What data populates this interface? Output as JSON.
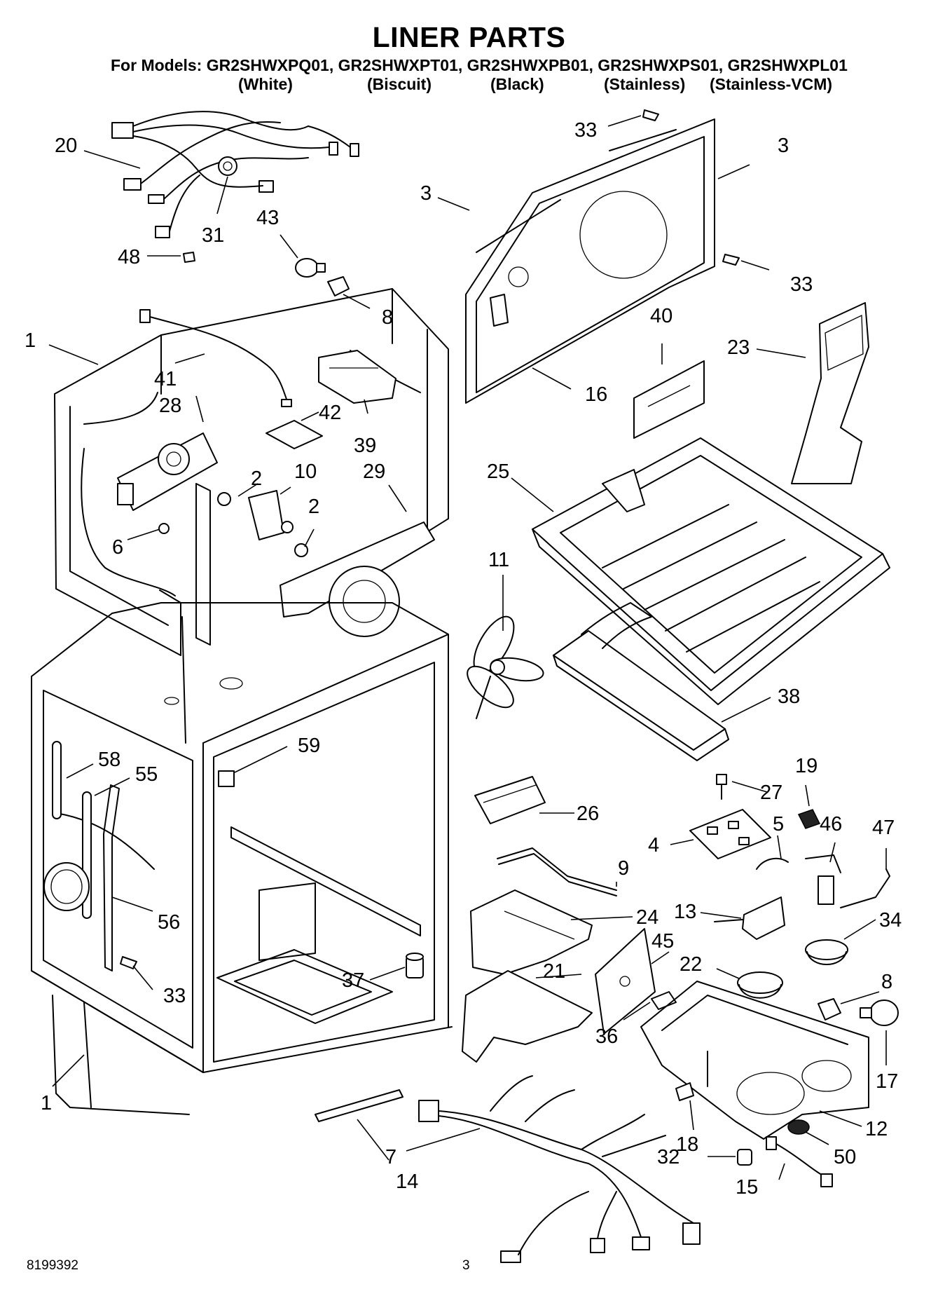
{
  "title": "LINER PARTS",
  "models_line": "For Models: GR2SHWXPQ01, GR2SHWXPT01, GR2SHWXPB01, GR2SHWXPS01, GR2SHWXPL01",
  "color_labels": [
    "(White)",
    "(Biscuit)",
    "(Black)",
    "(Stainless)",
    "(Stainless-VCM)"
  ],
  "callouts": {
    "c20": "20",
    "c31": "31",
    "c43": "43",
    "c48": "48",
    "c8a": "8",
    "c1a": "1",
    "c41": "41",
    "c28": "28",
    "c42": "42",
    "c39": "39",
    "c2a": "2",
    "c10": "10",
    "c29": "29",
    "c6": "6",
    "c2b": "2",
    "c11": "11",
    "c33a": "33",
    "c3a": "3",
    "c3b": "3",
    "c33b": "33",
    "c40": "40",
    "c23": "23",
    "c16": "16",
    "c25": "25",
    "c38": "38",
    "c59": "59",
    "c58": "58",
    "c55": "55",
    "c56": "56",
    "c33c": "33",
    "c37": "37",
    "c1b": "1",
    "c14": "14",
    "c7": "7",
    "c26": "26",
    "c27": "27",
    "c19": "19",
    "c5": "5",
    "c4": "4",
    "c46": "46",
    "c47": "47",
    "c9": "9",
    "c24": "24",
    "c13": "13",
    "c45": "45",
    "c22": "22",
    "c34": "34",
    "c21": "21",
    "c8b": "8",
    "c36": "36",
    "c17": "17",
    "c18": "18",
    "c12": "12",
    "c32": "32",
    "c50": "50",
    "c15": "15"
  },
  "footer": {
    "doc_number": "8199392",
    "page_number": "3"
  }
}
